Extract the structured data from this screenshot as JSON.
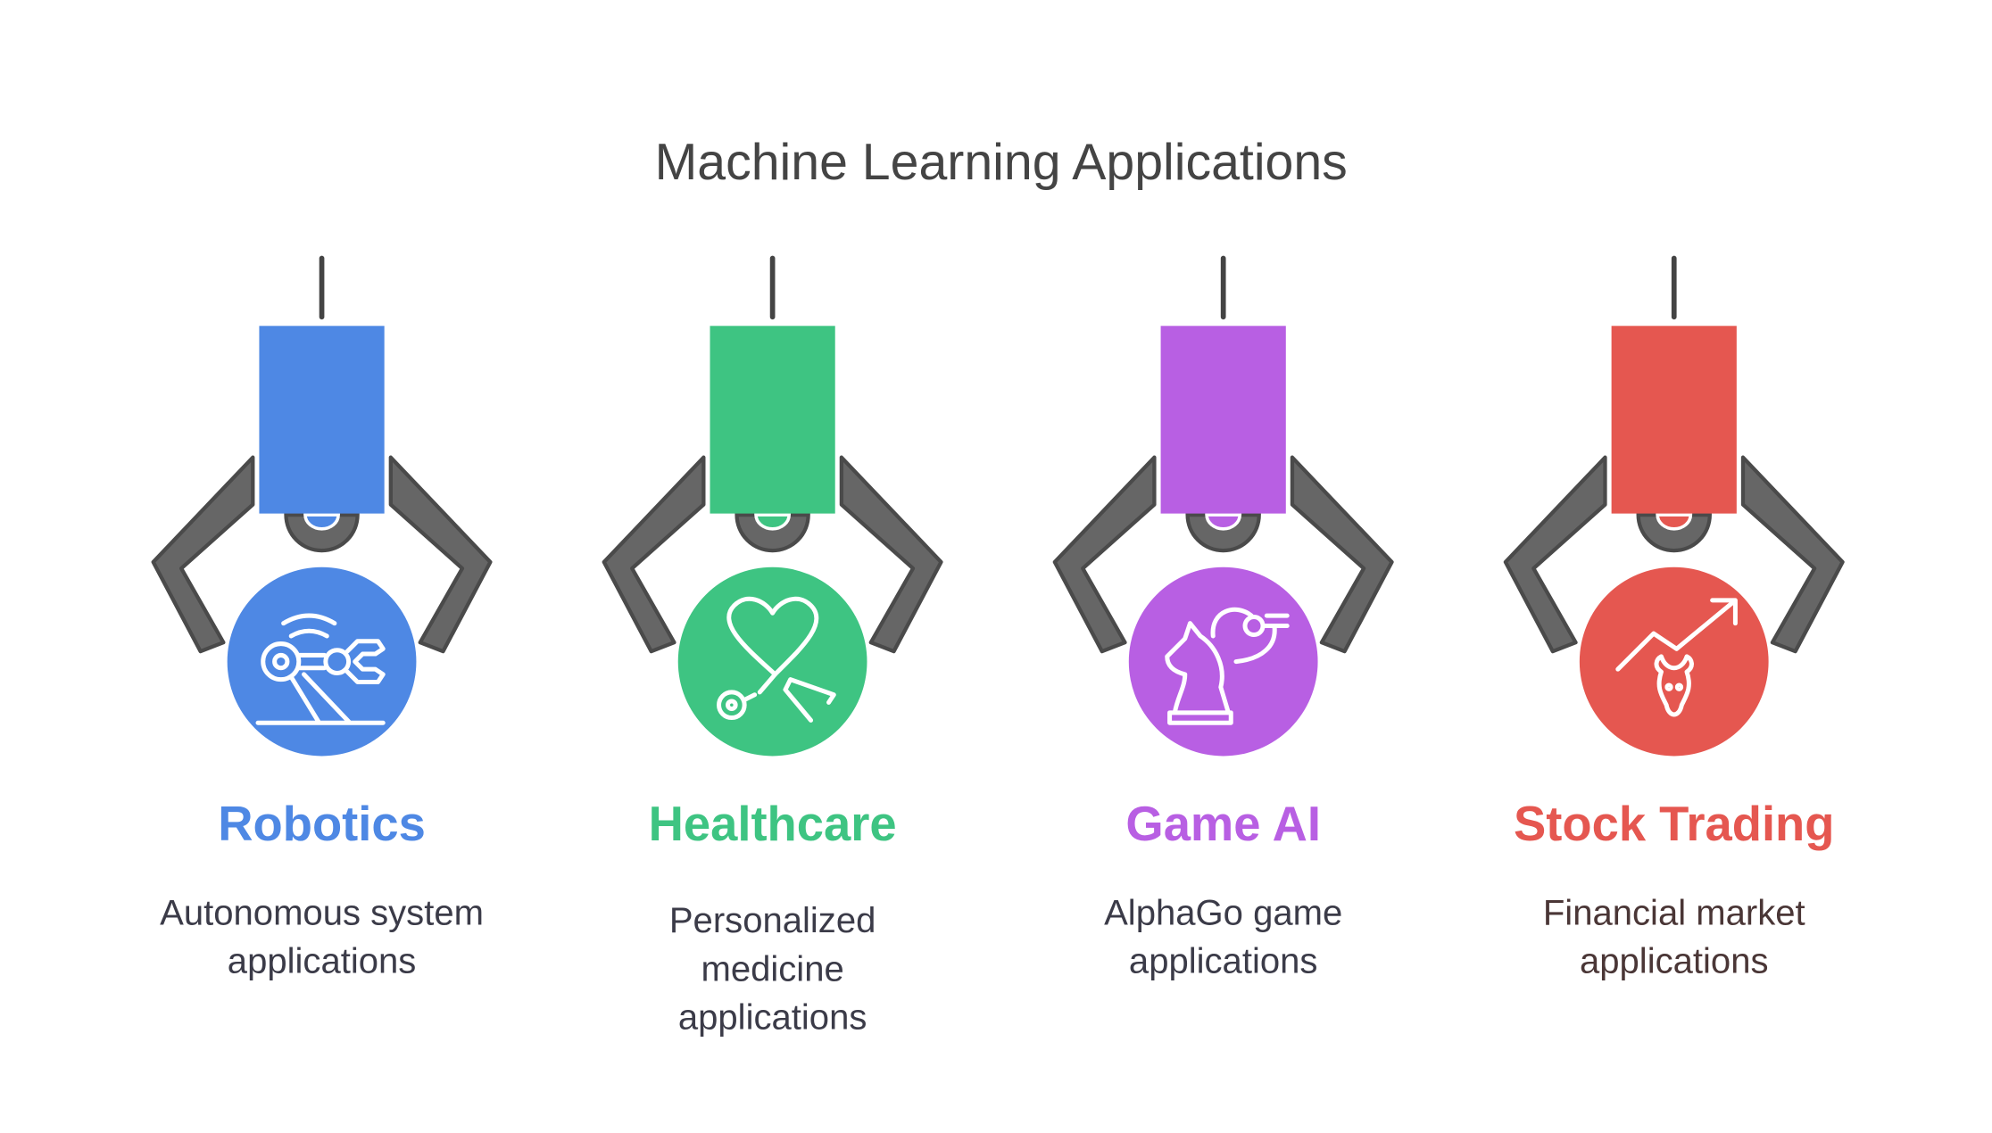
{
  "title": "Machine Learning Applications",
  "items": [
    {
      "label": "Robotics",
      "color": "#4E88E4",
      "icon": "robot-arm-icon",
      "desc": [
        "Autonomous system",
        "applications"
      ]
    },
    {
      "label": "Healthcare",
      "color": "#3EC482",
      "icon": "stethoscope-heart-icon",
      "desc": [
        "Personalized",
        "medicine",
        "applications"
      ]
    },
    {
      "label": "Game AI",
      "color": "#B85FE3",
      "icon": "chess-knight-brain-icon",
      "desc": [
        "AlphaGo game",
        "applications"
      ]
    },
    {
      "label": "Stock Trading",
      "color": "#E55750",
      "icon": "bull-trend-icon",
      "desc": [
        "Financial market",
        "applications"
      ]
    }
  ]
}
